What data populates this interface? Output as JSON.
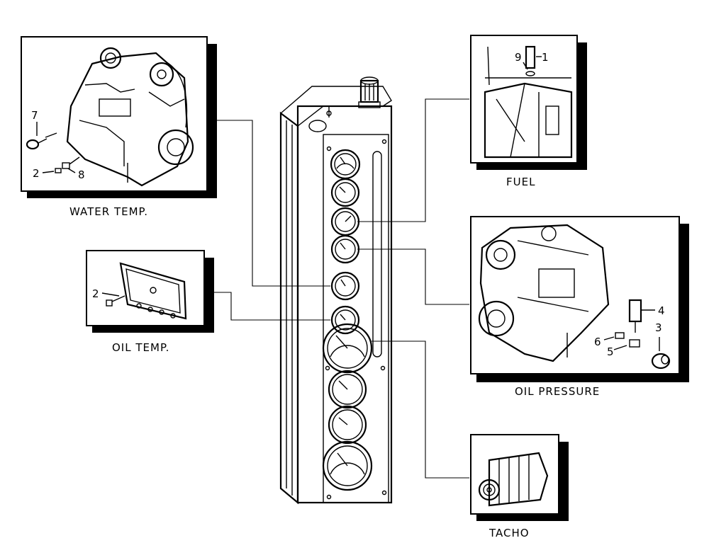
{
  "panels": {
    "water_temp": {
      "caption": "WATER TEMP.",
      "callouts": [
        "7",
        "2",
        "8"
      ]
    },
    "oil_temp": {
      "caption": "OIL TEMP.",
      "callouts": [
        "2"
      ]
    },
    "fuel": {
      "caption": "FUEL",
      "callouts": [
        "9",
        "1"
      ]
    },
    "oil_pressure": {
      "caption": "OIL PRESSURE",
      "callouts": [
        "4",
        "3",
        "6",
        "5"
      ]
    },
    "tacho": {
      "caption": "TACHO",
      "callouts": []
    }
  },
  "instrument_panel": {
    "gauge_count": 10
  },
  "colors": {
    "ink": "#000000",
    "background": "#ffffff",
    "shadow": "#000000"
  }
}
